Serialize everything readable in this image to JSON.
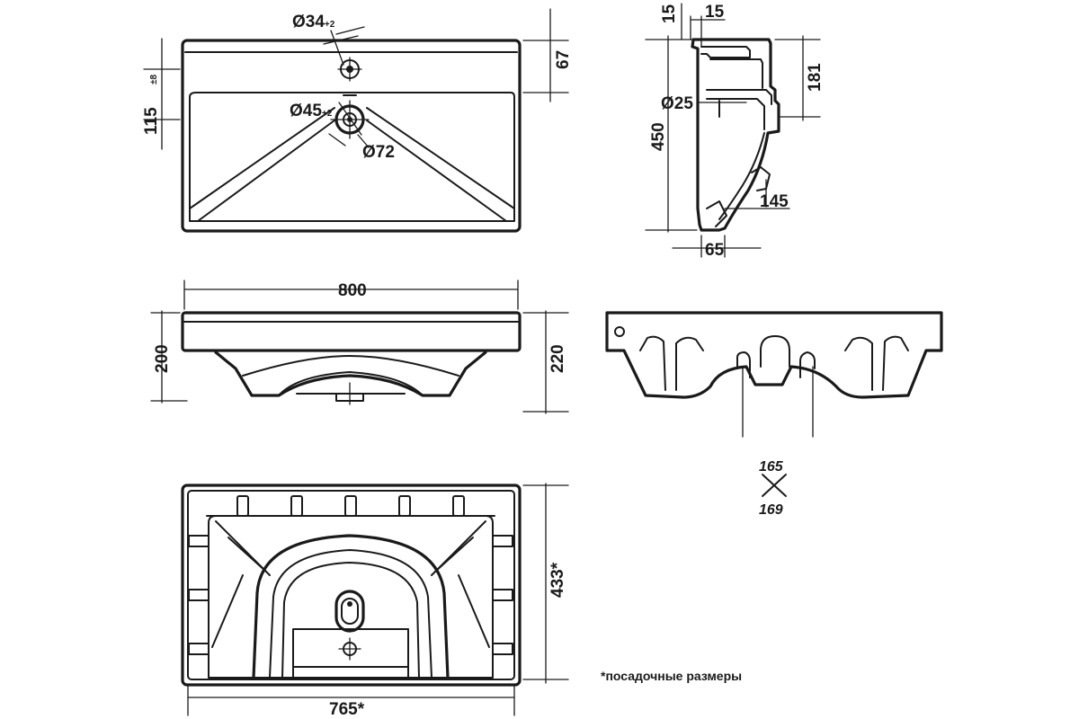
{
  "top_view": {
    "dim_tap_hole": "Ø34",
    "dim_tap_hole_tol": "+2",
    "dim_drain_hole": "Ø45",
    "dim_drain_hole_tol": "+2",
    "dim_drain_ring": "Ø72",
    "dim_tap_offset": "115",
    "dim_tap_offset_tol": "±8",
    "dim_edge": "67"
  },
  "side_view": {
    "dim_depth": "450",
    "dim_top_a": "15",
    "dim_top_b": "15",
    "dim_drain": "Ø25",
    "dim_height": "181",
    "dim_bracket": "145",
    "dim_base": "65"
  },
  "front_view": {
    "dim_width": "800",
    "dim_left_height": "200",
    "dim_right_height": "220"
  },
  "rear_view": {
    "dim_mount_top": "165",
    "dim_mount_bottom": "169"
  },
  "bottom_view": {
    "dim_depth": "433*",
    "dim_width": "765*",
    "note": "*посадочные размеры"
  }
}
